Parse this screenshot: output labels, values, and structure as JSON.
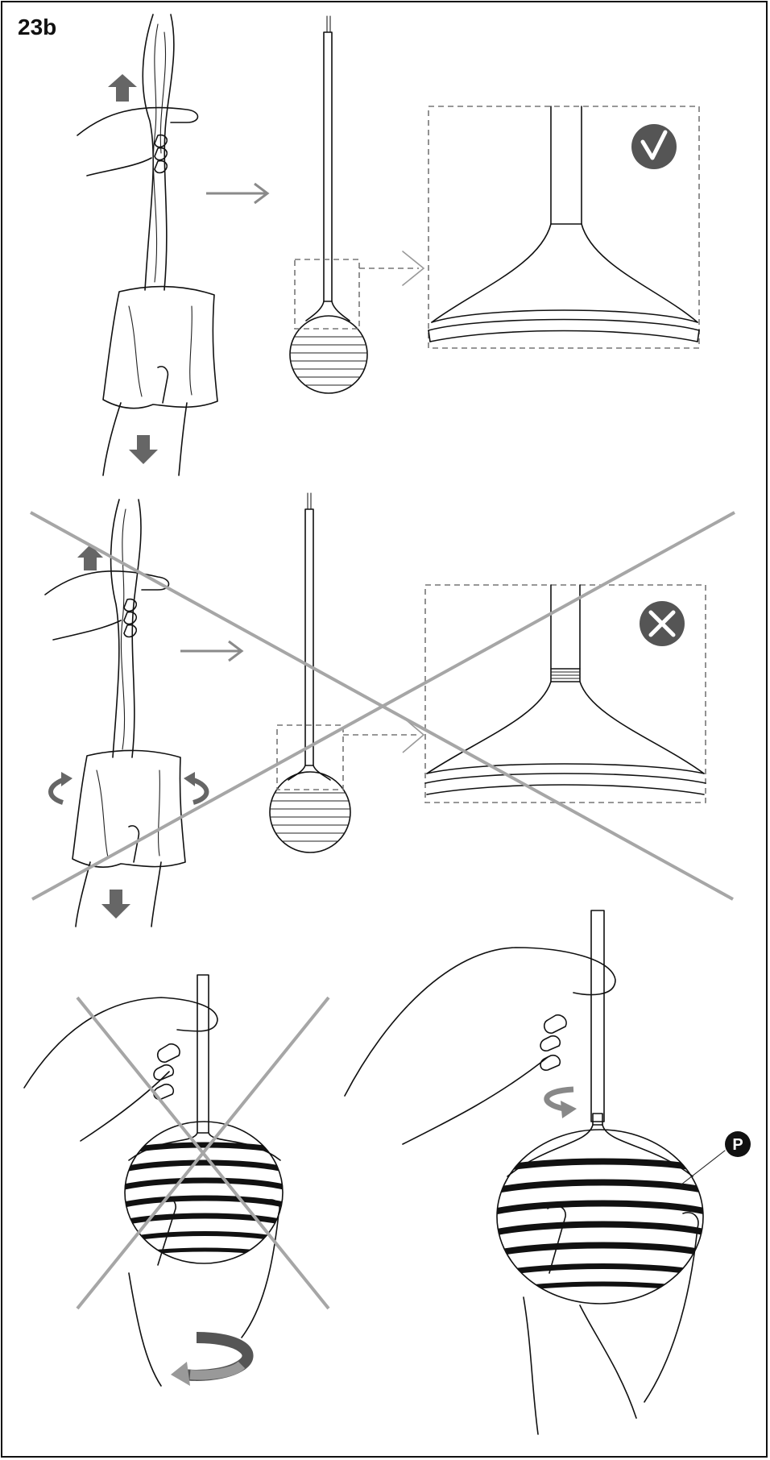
{
  "step_label": "23b",
  "callout_label": "P",
  "colors": {
    "ink": "#111111",
    "arrow_grey": "#8a8a8a",
    "cross_grey": "#a6a6a6",
    "badge_fill": "#555555"
  },
  "icons": {
    "correct": "check-badge-icon",
    "wrong": "x-badge-icon",
    "part_callout": "letter-p-badge-icon"
  },
  "panels": [
    {
      "name": "correct-method",
      "verdict": "correct"
    },
    {
      "name": "wrong-twist-method",
      "verdict": "wrong"
    },
    {
      "name": "wrong-grip-shade",
      "verdict": "wrong"
    },
    {
      "name": "correct-grip-shade",
      "verdict": "correct"
    }
  ]
}
